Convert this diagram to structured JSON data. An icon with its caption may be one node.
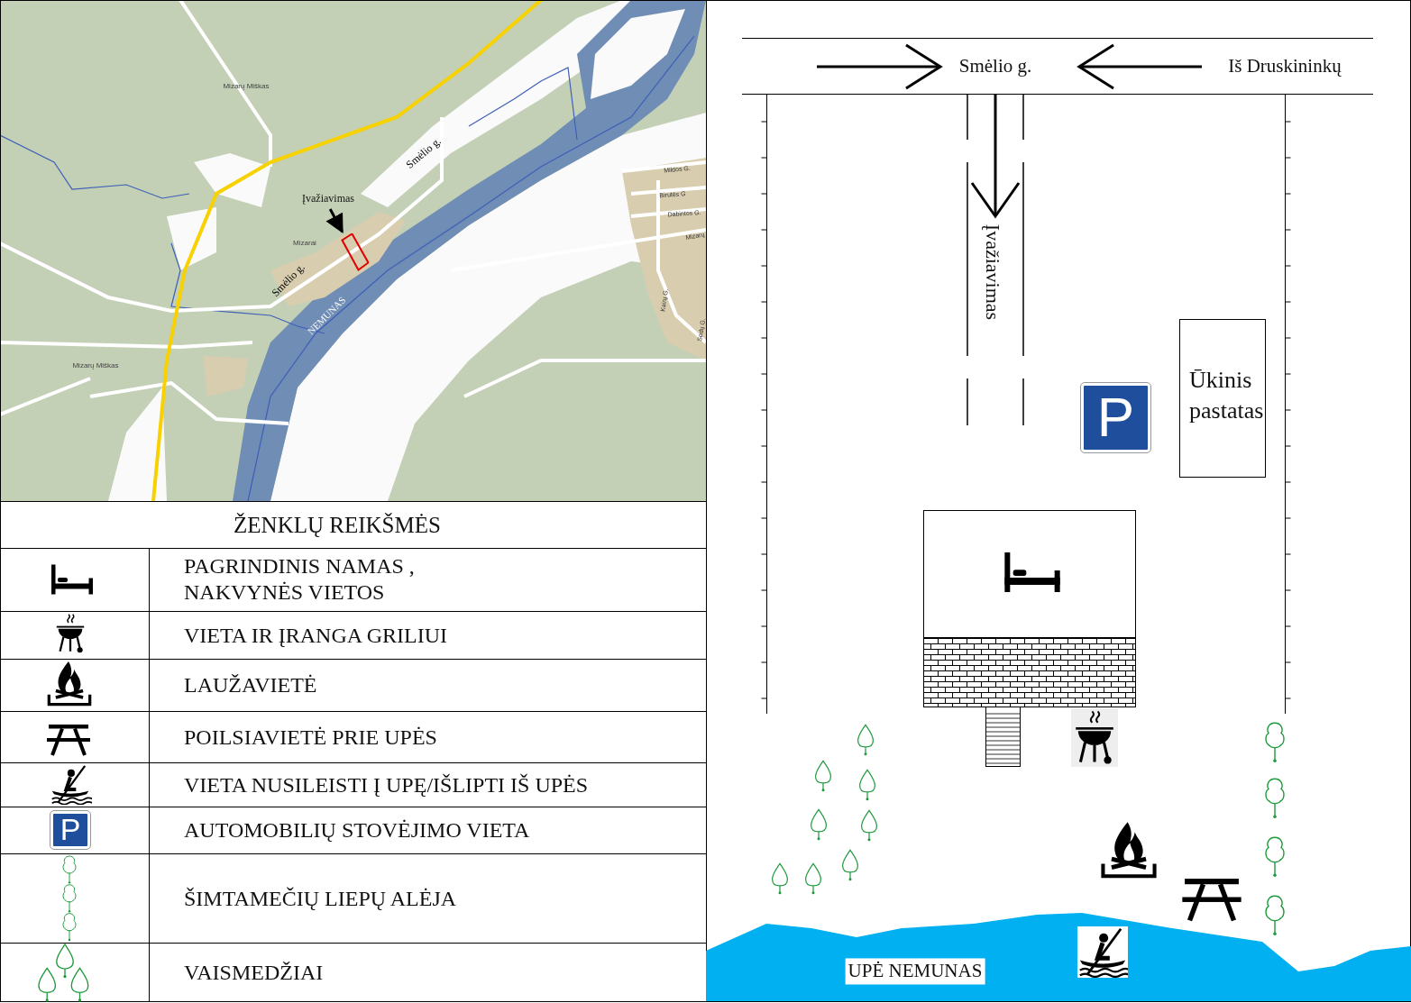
{
  "diagram": {
    "nodes": [
      {
        "text": [
          "Įvažiavimas"
        ]
      },
      {
        "text": [],
        "shape": "box"
      },
      {
        "text": [
          "Ūkinis pastatas"
        ]
      },
      {
        "text": [],
        "shape": "box"
      }
    ],
    "edges": [
      {
        "from": 0,
        "to": 1,
        "arrow": "to"
      }
    ],
    "labels": [
      "Mizarų Miškas",
      "Smėlio g.",
      "Mizarai",
      "Smėlio g.",
      "NEMUNAS",
      "Mizarų Miškas",
      "Mildos G.",
      "Birutės G",
      "Dabintos G.",
      "Mizarų",
      "Kairų G.",
      "Sodų G.",
      "ŽENKLŲ REIKŠMĖS",
      "P",
      "Smėlio g.",
      "Iš Druskininkų",
      "Įvažiavimas",
      "P",
      "UPĖ NEMUNAS"
    ],
    "legend": [
      {
        "text": "PAGRINDINIS NAMAS , NAKVYNĖS VIETOS"
      },
      {
        "text": "VIETA IR ĮRANGA GRILIUI"
      },
      {
        "text": "LAUŽAVIETĖ"
      },
      {
        "text": "POILSIAVIETĖ PRIE UPĖS"
      },
      {
        "text": "VIETA NUSILEISTI Į UPĘ/IŠLIPTI IŠ UPĖS"
      },
      {
        "text": "AUTOMOBILIŲ STOVĖJIMO VIETA"
      },
      {
        "text": "ŠIMTAMEČIŲ LIEPŲ ALĖJA"
      },
      {
        "text": "VAISMEDŽIAI"
      }
    ]
  }
}
